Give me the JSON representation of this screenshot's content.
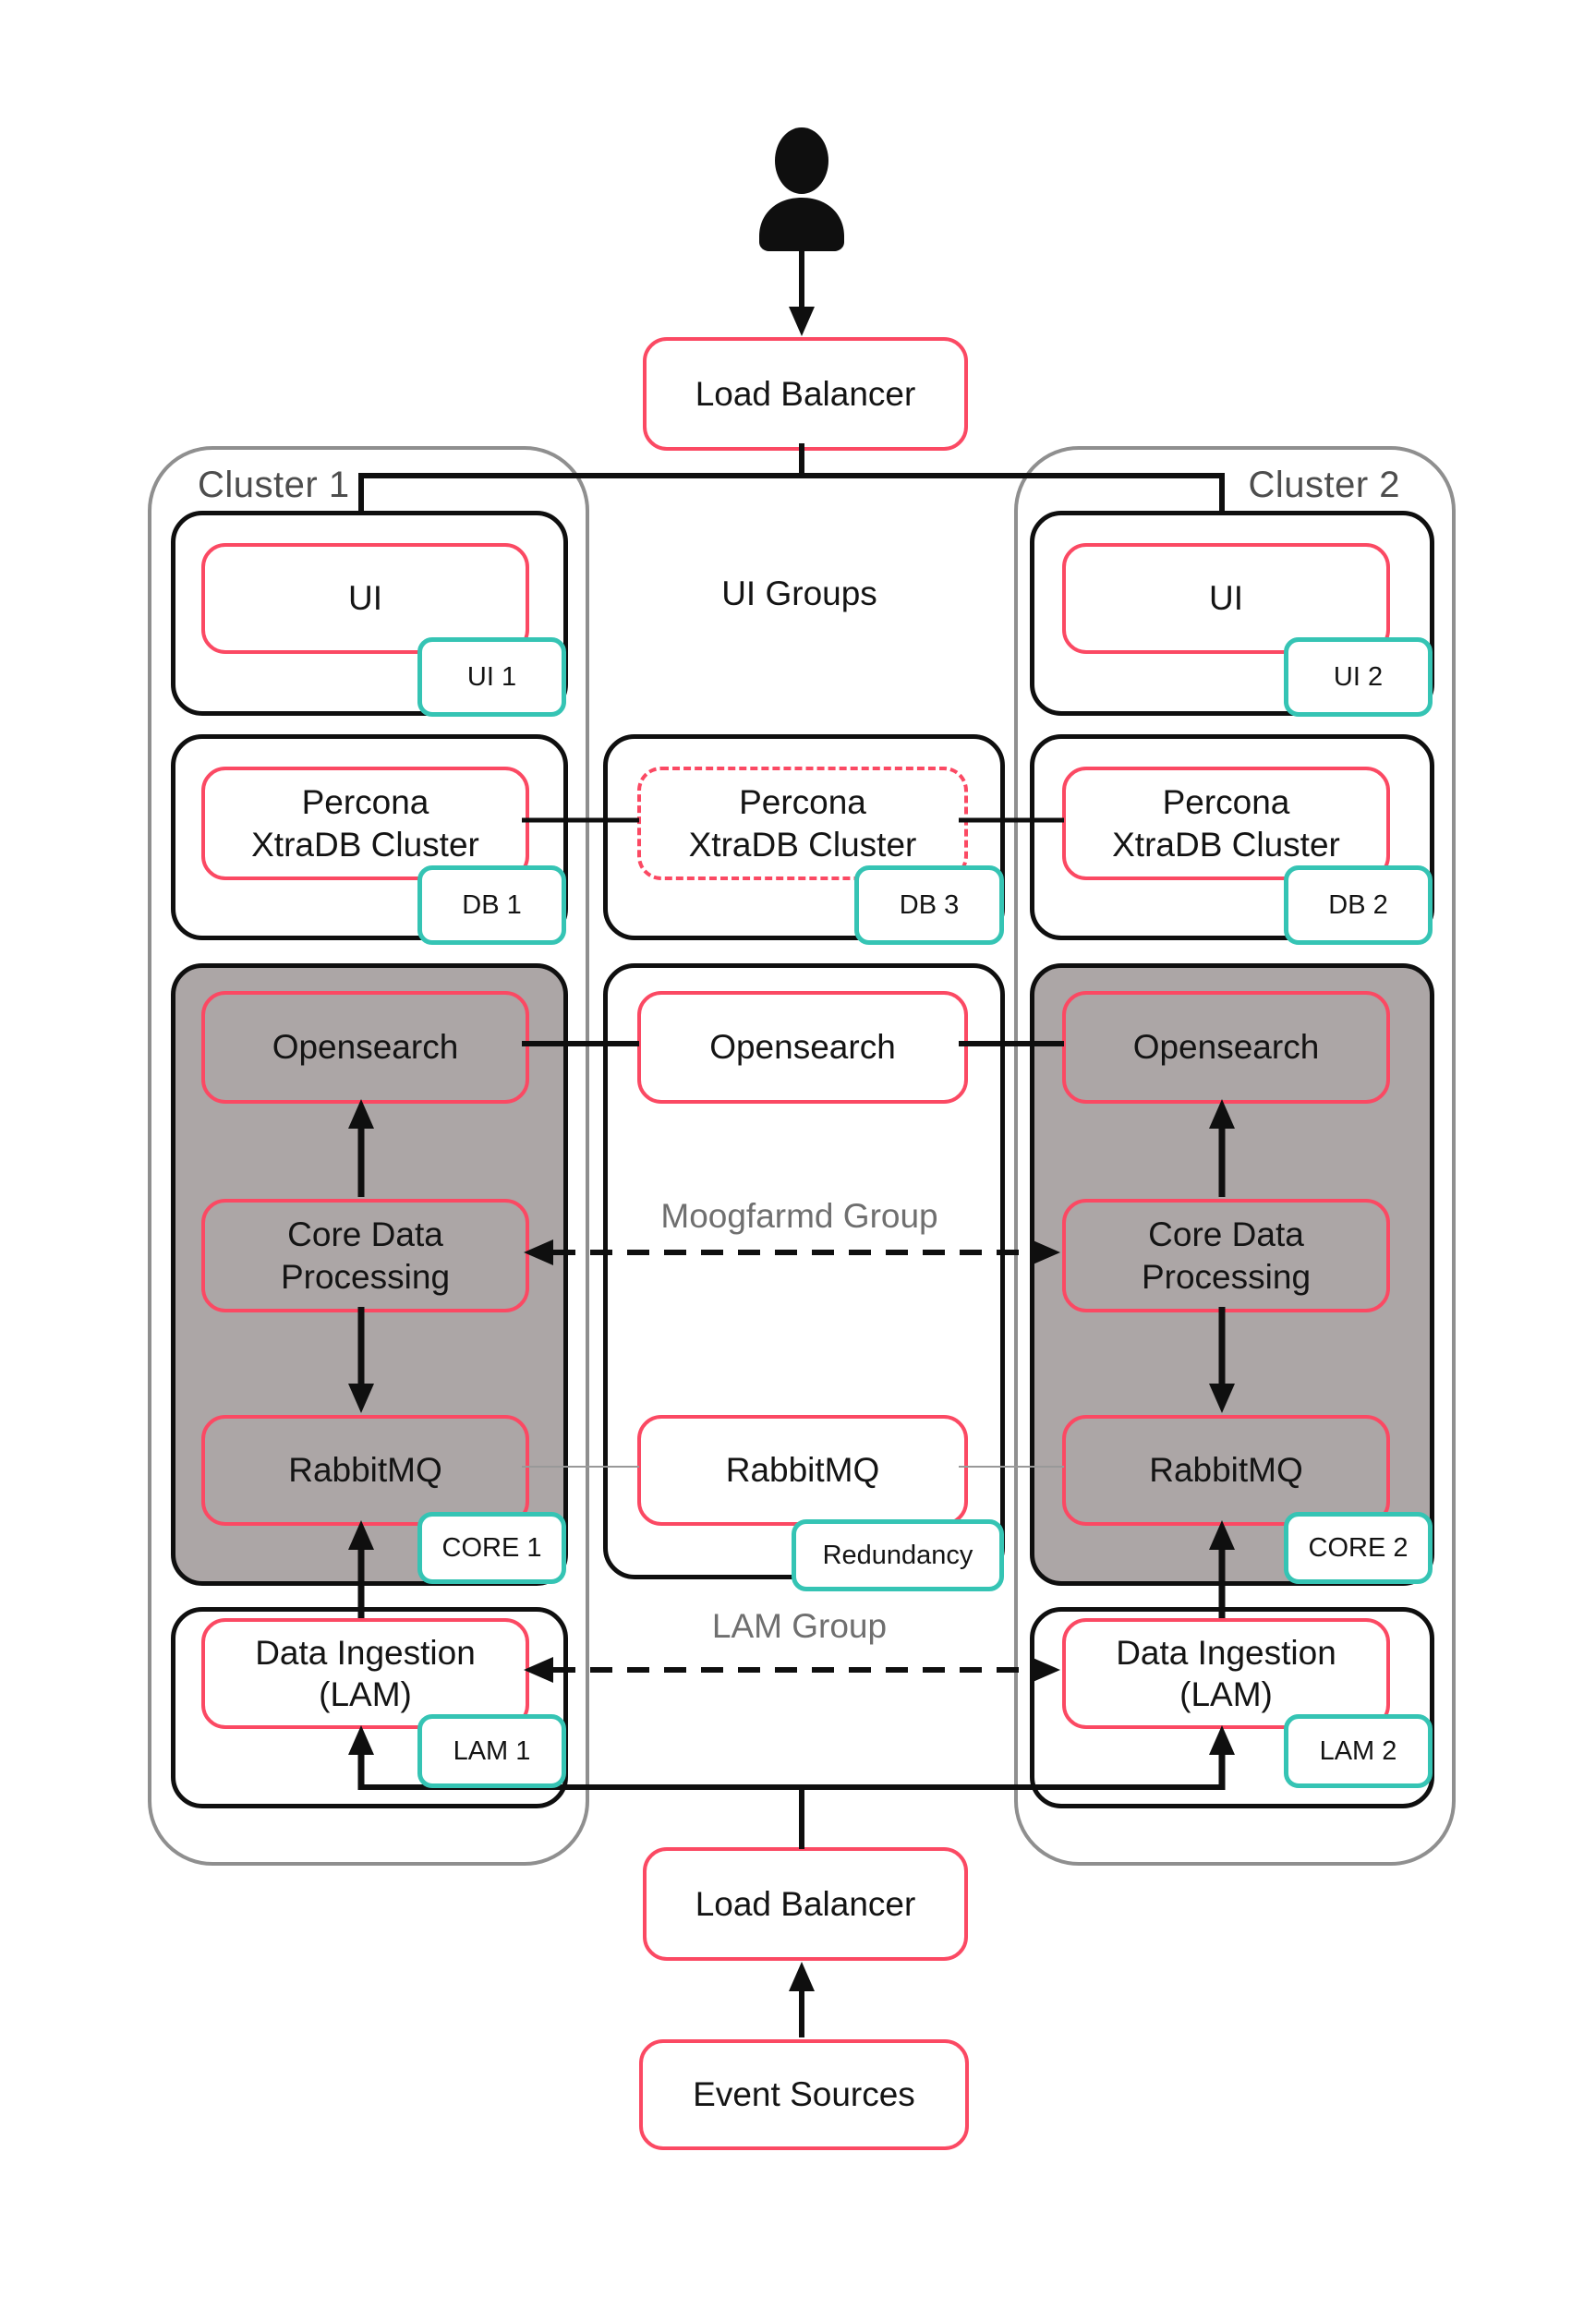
{
  "colors": {
    "node_border_pink": "#FB4963",
    "tag_border_teal": "#35C4B4",
    "core_group_fill_gray": "#ACA6A6",
    "cluster_border_gray": "#8F8F8F",
    "line_black": "#0F0F0F",
    "thin_line_gray": "#999999",
    "muted_text_gray": "#6F6F6F"
  },
  "top": {
    "load_balancer": "Load Balancer"
  },
  "middle": {
    "ui_groups": "UI Groups",
    "percona": "Percona\nXtraDB Cluster",
    "db_tag": "DB 3",
    "opensearch": "Opensearch",
    "moogfarmd_group": "Moogfarmd Group",
    "rabbitmq": "RabbitMQ",
    "redundancy_tag": "Redundancy",
    "lam_group": "LAM Group",
    "load_balancer": "Load Balancer",
    "event_sources": "Event Sources"
  },
  "cluster1": {
    "label": "Cluster 1",
    "ui": "UI",
    "ui_tag": "UI 1",
    "percona": "Percona\nXtraDB Cluster",
    "db_tag": "DB 1",
    "opensearch": "Opensearch",
    "core_data": "Core Data\nProcessing",
    "rabbitmq": "RabbitMQ",
    "core_tag": "CORE 1",
    "lam": "Data Ingestion\n(LAM)",
    "lam_tag": "LAM 1"
  },
  "cluster2": {
    "label": "Cluster 2",
    "ui": "UI",
    "ui_tag": "UI 2",
    "percona": "Percona\nXtraDB Cluster",
    "db_tag": "DB 2",
    "opensearch": "Opensearch",
    "core_data": "Core Data\nProcessing",
    "rabbitmq": "RabbitMQ",
    "core_tag": "CORE 2",
    "lam": "Data Ingestion\n(LAM)",
    "lam_tag": "LAM 2"
  }
}
